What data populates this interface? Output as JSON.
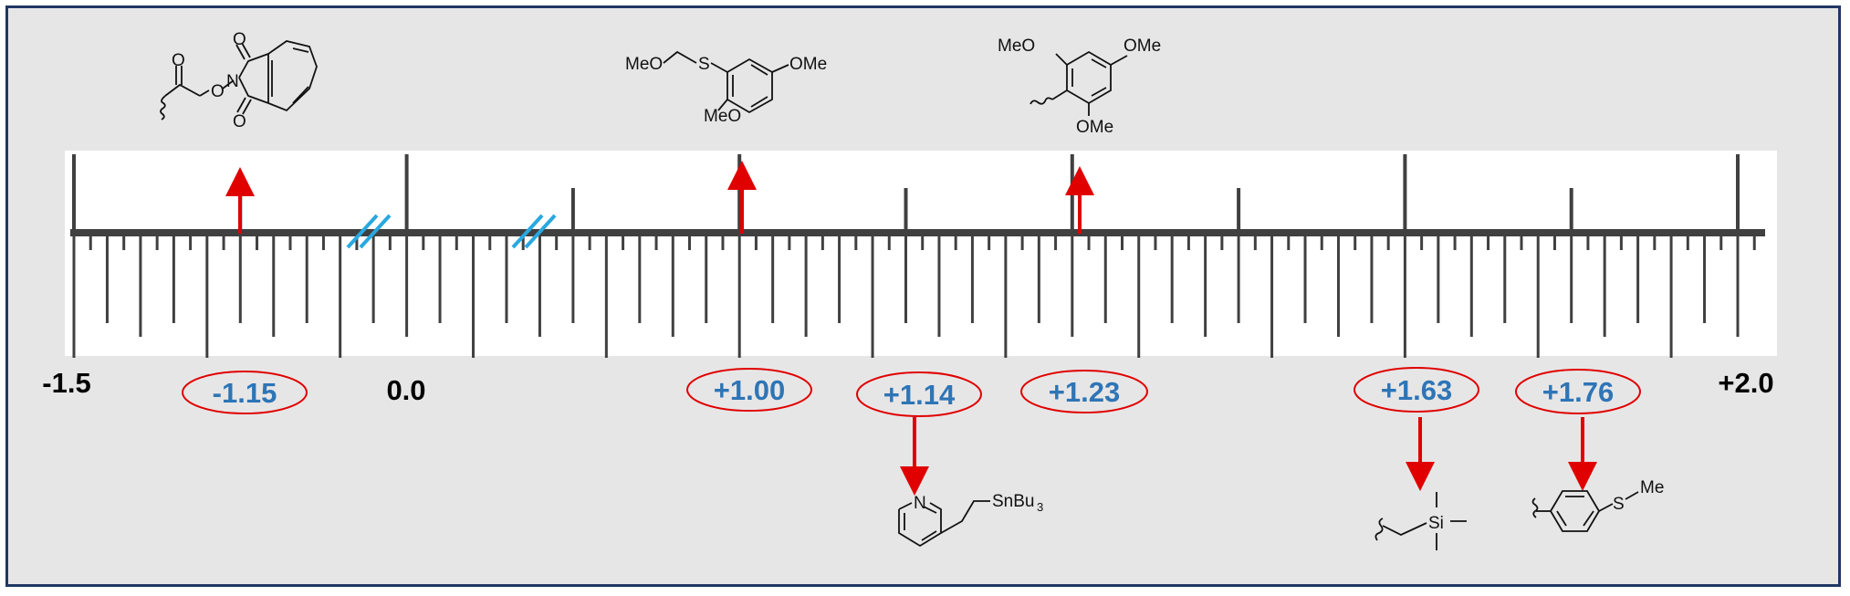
{
  "scale": {
    "start_label": "-1.5",
    "end_label": "+2.0",
    "zero_label": "0.0"
  },
  "markers": [
    {
      "label": "-1.15",
      "above": true
    },
    {
      "label": "+1.00",
      "above": true
    },
    {
      "label": "+1.14",
      "above": false
    },
    {
      "label": "+1.23",
      "above": true
    },
    {
      "label": "+1.63",
      "above": false
    },
    {
      "label": "+1.76",
      "above": false
    }
  ],
  "structures": {
    "phthalimide_ester": {
      "o1": "O",
      "o2": "O",
      "o3": "O",
      "n": "N",
      "o4": "O"
    },
    "thioether_aryl": {
      "meo1": "MeO",
      "s": "S",
      "ome": "OMe",
      "meo2": "MeO"
    },
    "trimethoxyphenyl": {
      "meo": "MeO",
      "ome1": "OMe",
      "ome2": "OMe"
    },
    "pyridyl_stannane": {
      "n": "N",
      "snbu": "SnBu",
      "sub": "3"
    },
    "silane": {
      "si": "Si"
    },
    "thioanisole": {
      "s": "S",
      "me": "Me"
    }
  },
  "colors": {
    "frame": "#1f3864",
    "background": "#e7e6e6",
    "ruler": "#ffffff",
    "ticks": "#404040",
    "arrow": "#e00000",
    "label": "#2e75b6",
    "break": "#29a8e0"
  }
}
